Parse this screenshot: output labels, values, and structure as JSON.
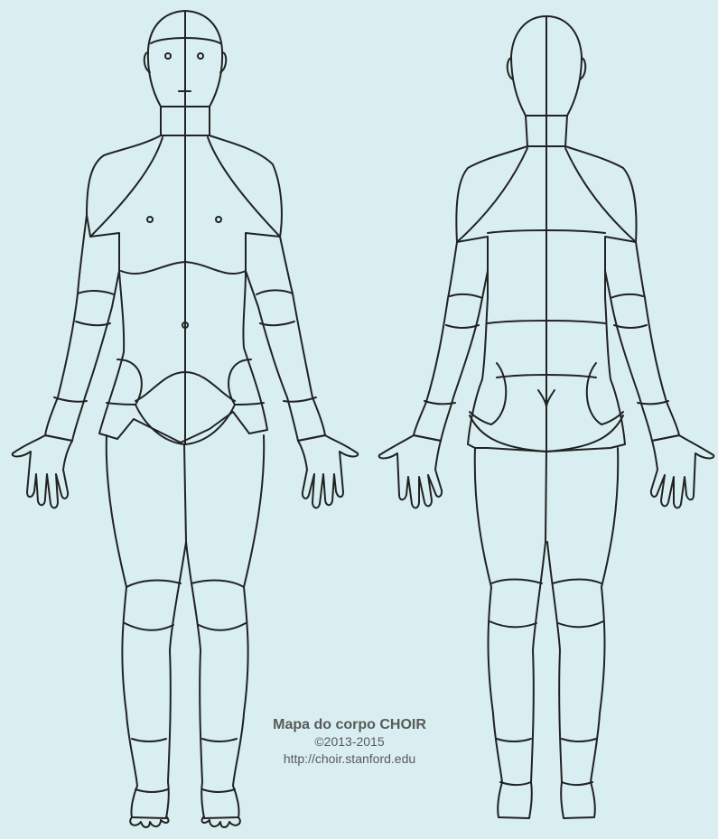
{
  "credits": {
    "title": "Mapa do corpo CHOIR",
    "copyright": "©2013-2015",
    "url": "http://choir.stanford.edu"
  },
  "colors": {
    "background": "#d8eef0",
    "line": "#222222",
    "credit_text": "#5a5a5a"
  }
}
